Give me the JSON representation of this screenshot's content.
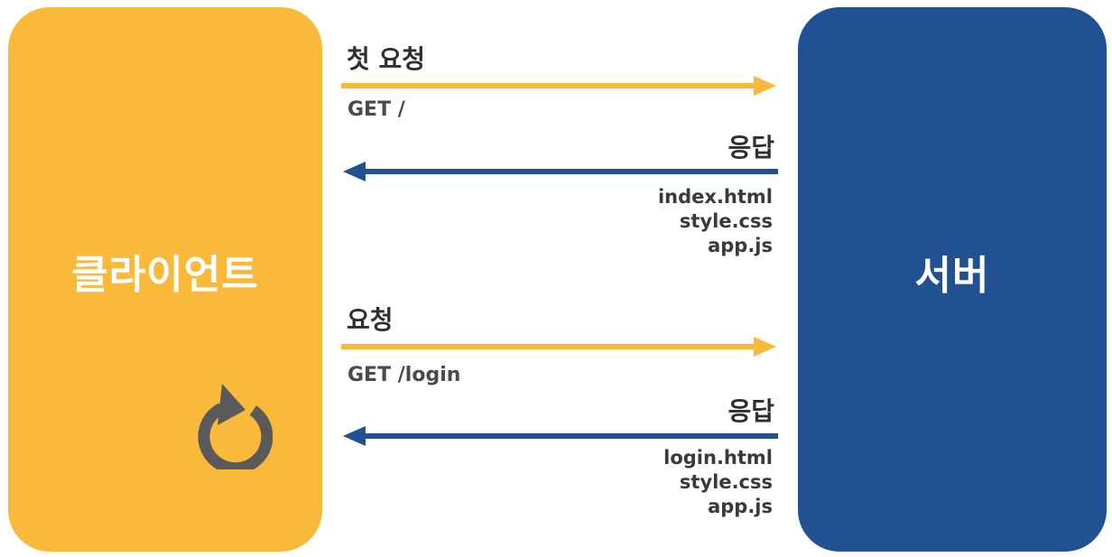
{
  "client": {
    "label": "클라이언트"
  },
  "server": {
    "label": "서버"
  },
  "exchange1": {
    "request_title": "첫 요청",
    "request_line": "GET /",
    "response_title": "응답",
    "files": [
      "index.html",
      "style.css",
      "app.js"
    ]
  },
  "exchange2": {
    "request_title": "요청",
    "request_line": "GET /login",
    "response_title": "응답",
    "files": [
      "login.html",
      "style.css",
      "app.js"
    ]
  },
  "colors": {
    "client": "#f9b93a",
    "server": "#215192",
    "request_arrow": "#f9b93a",
    "response_arrow": "#215192",
    "refresh_icon": "#5a5a5a"
  },
  "icons": {
    "refresh": "refresh-icon"
  }
}
